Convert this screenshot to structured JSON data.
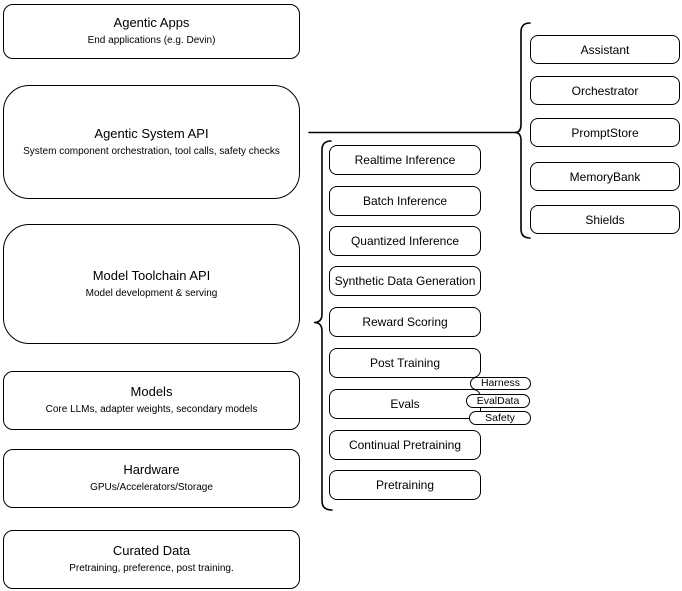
{
  "left_column": {
    "boxes": [
      {
        "title": "Agentic Apps",
        "subtitle": "End applications (e.g. Devin)"
      },
      {
        "title": "Agentic System API",
        "subtitle": "System component orchestration, tool calls, safety checks"
      },
      {
        "title": "Model Toolchain API",
        "subtitle": "Model development & serving"
      },
      {
        "title": "Models",
        "subtitle": "Core LLMs, adapter weights, secondary models"
      },
      {
        "title": "Hardware",
        "subtitle": "GPUs/Accelerators/Storage"
      },
      {
        "title": "Curated Data",
        "subtitle": "Pretraining, preference, post training."
      }
    ]
  },
  "toolchain_column": {
    "items": [
      "Realtime Inference",
      "Batch Inference",
      "Quantized Inference",
      "Synthetic Data Generation",
      "Reward Scoring",
      "Post Training",
      "Evals",
      "Continual Pretraining",
      "Pretraining"
    ]
  },
  "evals_tags": {
    "items": [
      "Harness",
      "EvalData",
      "Safety"
    ]
  },
  "system_column": {
    "items": [
      "Assistant",
      "Orchestrator",
      "PromptStore",
      "MemoryBank",
      "Shields"
    ]
  },
  "colors": {
    "stroke": "#000000",
    "fill": "#ffffff",
    "background": "#ffffff"
  }
}
